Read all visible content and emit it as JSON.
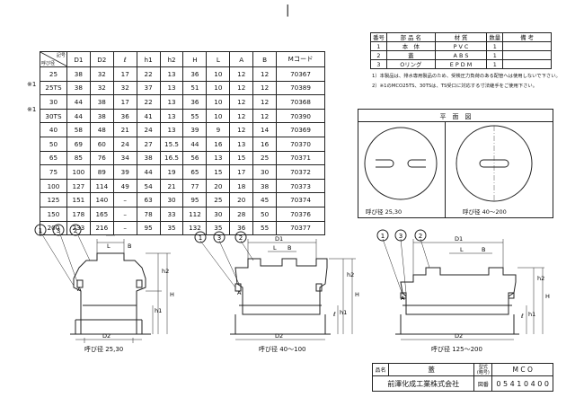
{
  "dim_table": {
    "corner_top": "記号",
    "corner_bottom": "呼び径",
    "headers": [
      "D1",
      "D2",
      "ℓ",
      "h1",
      "h2",
      "H",
      "L",
      "A",
      "B",
      "Mコード"
    ],
    "rows": [
      {
        "mark": "",
        "cells": [
          "25",
          "38",
          "32",
          "17",
          "22",
          "13",
          "36",
          "10",
          "12",
          "12",
          "70367"
        ]
      },
      {
        "mark": "※1",
        "cells": [
          "25TS",
          "38",
          "32",
          "32",
          "37",
          "13",
          "51",
          "10",
          "12",
          "12",
          "70389"
        ]
      },
      {
        "mark": "",
        "cells": [
          "30",
          "44",
          "38",
          "17",
          "22",
          "13",
          "36",
          "10",
          "12",
          "12",
          "70368"
        ]
      },
      {
        "mark": "※1",
        "cells": [
          "30TS",
          "44",
          "38",
          "36",
          "41",
          "13",
          "55",
          "10",
          "12",
          "12",
          "70390"
        ]
      },
      {
        "mark": "",
        "cells": [
          "40",
          "58",
          "48",
          "21",
          "24",
          "13",
          "39",
          "9",
          "12",
          "14",
          "70369"
        ]
      },
      {
        "mark": "",
        "cells": [
          "50",
          "69",
          "60",
          "24",
          "27",
          "15.5",
          "44",
          "16",
          "13",
          "16",
          "70370"
        ]
      },
      {
        "mark": "",
        "cells": [
          "65",
          "85",
          "76",
          "34",
          "38",
          "16.5",
          "56",
          "13",
          "15",
          "25",
          "70371"
        ]
      },
      {
        "mark": "",
        "cells": [
          "75",
          "100",
          "89",
          "39",
          "44",
          "19",
          "65",
          "15",
          "17",
          "30",
          "70372"
        ]
      },
      {
        "mark": "",
        "cells": [
          "100",
          "127",
          "114",
          "49",
          "54",
          "21",
          "77",
          "20",
          "18",
          "38",
          "70373"
        ]
      },
      {
        "mark": "",
        "cells": [
          "125",
          "151",
          "140",
          "–",
          "63",
          "30",
          "95",
          "25",
          "20",
          "45",
          "70374"
        ]
      },
      {
        "mark": "",
        "cells": [
          "150",
          "178",
          "165",
          "–",
          "78",
          "33",
          "112",
          "30",
          "28",
          "50",
          "70376"
        ]
      },
      {
        "mark": "",
        "cells": [
          "200",
          "233",
          "216",
          "–",
          "95",
          "35",
          "132",
          "35",
          "36",
          "55",
          "70377"
        ]
      }
    ]
  },
  "parts_table": {
    "headers": [
      "番号",
      "部 品 名",
      "材 質",
      "数量",
      "備 考"
    ],
    "rows": [
      [
        "1",
        "本　体",
        "P V C",
        "1",
        ""
      ],
      [
        "2",
        "蓋",
        "A B S",
        "1",
        ""
      ],
      [
        "3",
        "Oリング",
        "E P D M",
        "1",
        ""
      ]
    ]
  },
  "notes": [
    "1）本製品は、排水専用製品のため、受検圧力負荷のある配管へは使用しないで下さい。",
    "2）※1のMCO25TS、30TSは、TS受口に対応する寸法継手をご使用下さい。"
  ],
  "plan_view": {
    "title": "平　面　図",
    "label_left": "呼び径 25,30",
    "label_right": "呼び径 40～200"
  },
  "sections": [
    {
      "label": "呼び径 25,30"
    },
    {
      "label": "呼び径 40～100"
    },
    {
      "label": "呼び径 125～200"
    }
  ],
  "dim_labels": {
    "d1": "D1",
    "d2": "D2",
    "l": "L",
    "a": "A",
    "b": "B",
    "h": "H",
    "h1": "h1",
    "h2": "h2",
    "ell": "ℓ",
    "n1": "1",
    "n2": "2",
    "n3": "3"
  },
  "title_block": {
    "name_label": "品名",
    "name_value": "蓋",
    "type_label": "型式\n(略号)",
    "type_value": "M C O",
    "company": "前澤化成工業株式会社",
    "drawing_label": "図番",
    "drawing_value": "0 5 4 1 0 4 0 0"
  },
  "top_mark": "|"
}
